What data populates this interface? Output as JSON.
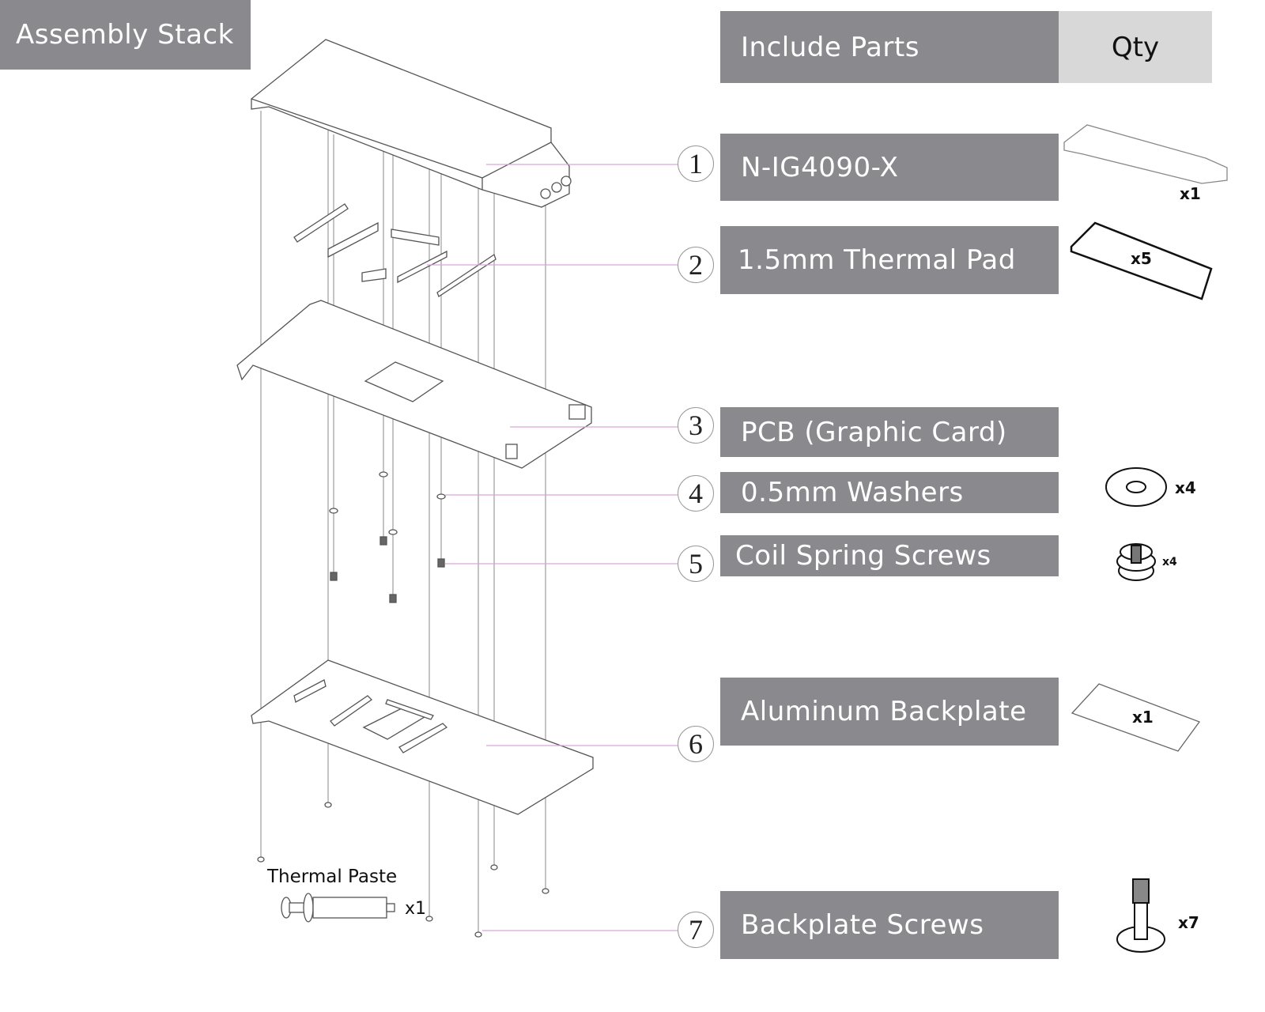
{
  "header": {
    "title": "Assembly Stack"
  },
  "parts_table": {
    "col_parts": "Include Parts",
    "col_qty": "Qty",
    "items": [
      {
        "num": "1",
        "name": "N-IG4090-X",
        "qty": "x1"
      },
      {
        "num": "2",
        "name": "1.5mm Thermal Pad",
        "qty": "x5"
      },
      {
        "num": "3",
        "name": "PCB (Graphic Card)",
        "qty": ""
      },
      {
        "num": "4",
        "name": "0.5mm Washers",
        "qty": "x4"
      },
      {
        "num": "5",
        "name": "Coil Spring Screws",
        "qty": "x4"
      },
      {
        "num": "6",
        "name": "Aluminum Backplate",
        "qty": "x1"
      },
      {
        "num": "7",
        "name": "Backplate Screws",
        "qty": "x7"
      }
    ]
  },
  "thermal_paste": {
    "label": "Thermal Paste",
    "qty": "x1"
  },
  "colors": {
    "box": "#8a898e",
    "qty_header": "#d8d8d8",
    "leader": "#d9a6d9"
  }
}
